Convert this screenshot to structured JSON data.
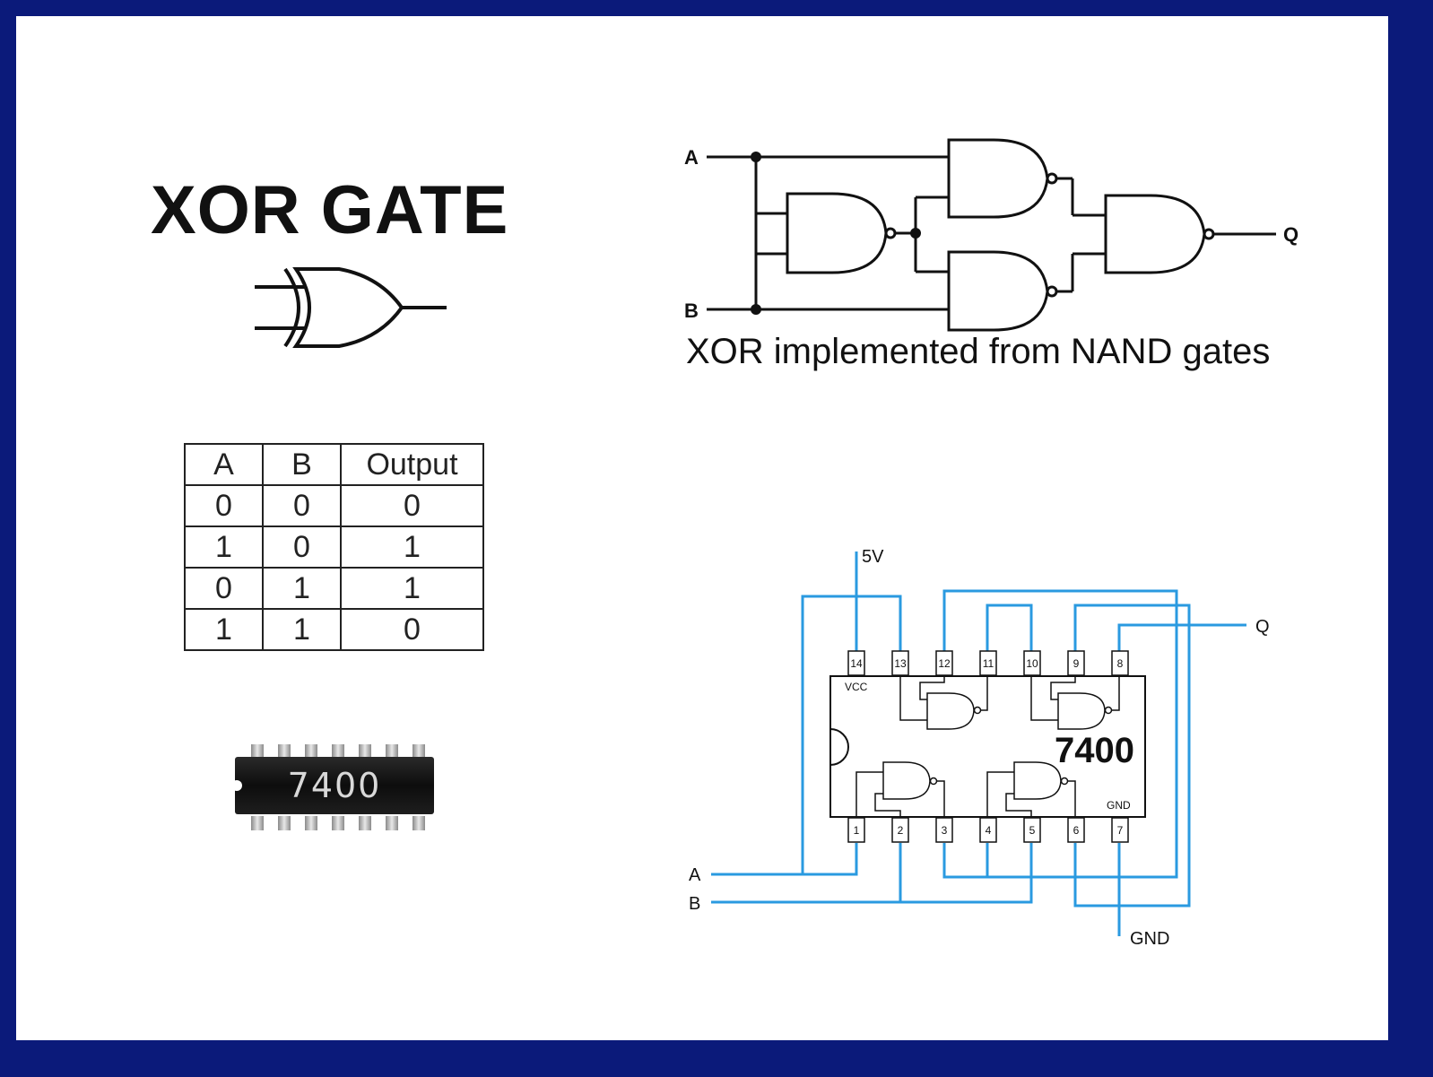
{
  "xor_title": "XOR GATE",
  "nand_diagram": {
    "input_a": "A",
    "input_b": "B",
    "output": "Q",
    "caption": "XOR implemented from NAND gates"
  },
  "truth_table": {
    "headers": [
      "A",
      "B",
      "Output"
    ],
    "rows": [
      [
        "0",
        "0",
        "0"
      ],
      [
        "1",
        "0",
        "1"
      ],
      [
        "0",
        "1",
        "1"
      ],
      [
        "1",
        "1",
        "0"
      ]
    ]
  },
  "chip_photo": {
    "label": "7400"
  },
  "wiring": {
    "chip_label": "7400",
    "vcc_label": "VCC",
    "gnd_label": "GND",
    "supply_label": "5V",
    "ground_label": "GND",
    "input_a": "A",
    "input_b": "B",
    "output": "Q",
    "pins_top": [
      "14",
      "13",
      "12",
      "11",
      "10",
      "9",
      "8"
    ],
    "pins_bottom": [
      "1",
      "2",
      "3",
      "4",
      "5",
      "6",
      "7"
    ],
    "wire_color": "#2a9ae0"
  },
  "colors": {
    "border": "#0b1a7a",
    "wire": "#2a9ae0"
  }
}
